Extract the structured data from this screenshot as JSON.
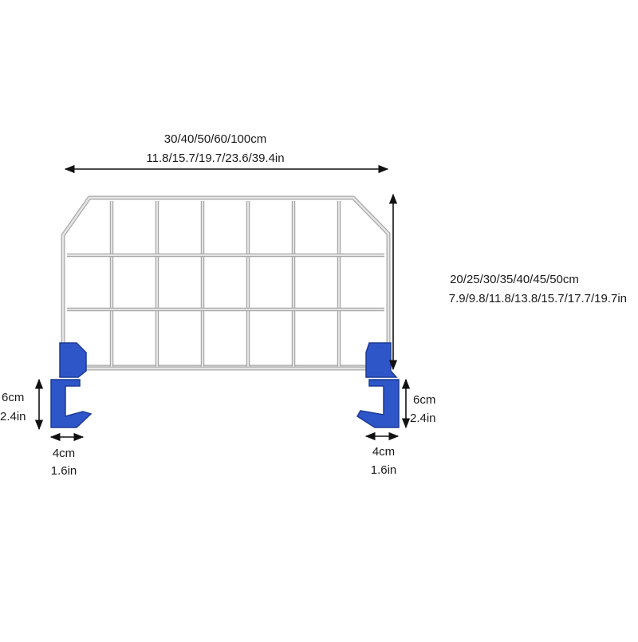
{
  "colors": {
    "background": "#ffffff",
    "frame": "#d6d6d6",
    "frame_shadow": "#a9a9a9",
    "hook": "#2f56c9",
    "hook_dark": "#1d3a94",
    "arrow": "#111111",
    "text": "#1a1a1a"
  },
  "width_dimension": {
    "cm": "30/40/50/60/100cm",
    "in": "11.8/15.7/19.7/23.6/39.4in"
  },
  "height_dimension": {
    "cm": "20/25/30/35/40/45/50cm",
    "in": "7.9/9.8/11.8/13.8/15.7/17.7/19.7in"
  },
  "left_hook": {
    "height_cm": "6cm",
    "height_in": "2.4in",
    "depth_cm": "4cm",
    "depth_in": "1.6in"
  },
  "right_hook": {
    "height_cm": "6cm",
    "height_in": "2.4in",
    "depth_cm": "4cm",
    "depth_in": "1.6in"
  },
  "icons": {
    "frame": "wire-grid-panel-icon",
    "hook": "blue-mounting-clip-icon"
  }
}
